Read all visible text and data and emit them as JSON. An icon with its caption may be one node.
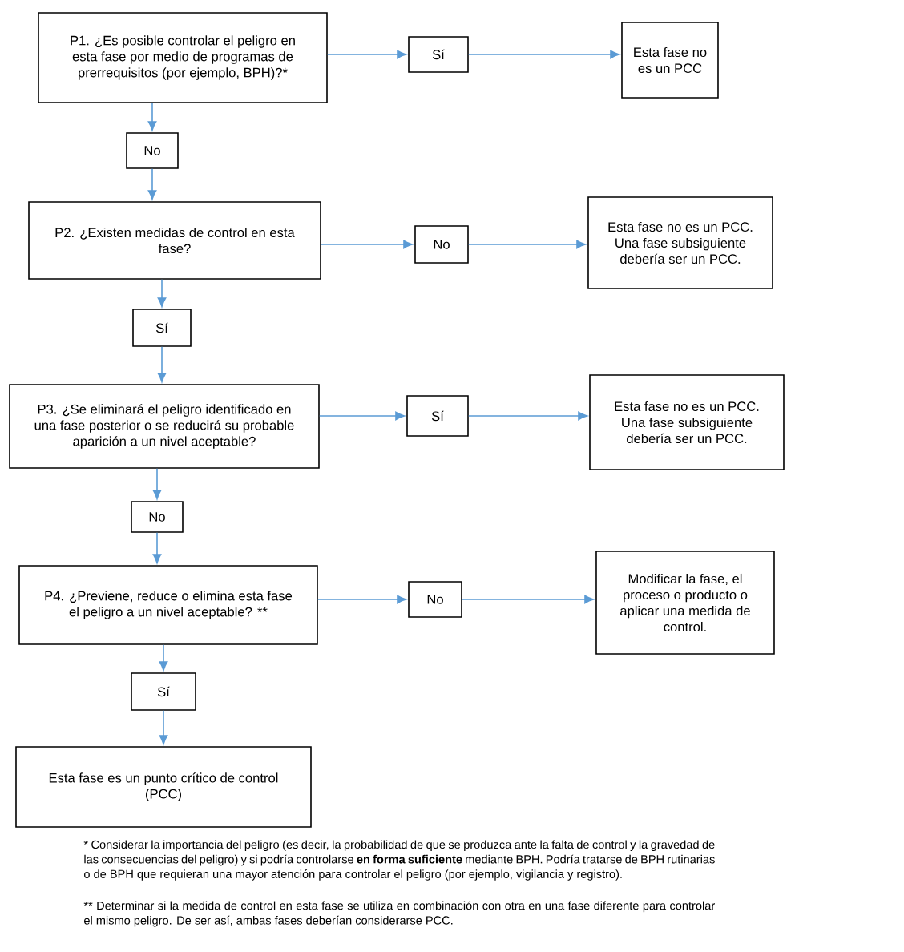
{
  "diagram": {
    "nodes": [
      {
        "text": [
          "P1. ¿Es posible controlar el peligro en esta fase por medio de programas de prerrequisitos (por ejemplo, BPH)?*"
        ]
      },
      {
        "text": [
          "Sí"
        ]
      },
      {
        "text": [
          "Esta fase no es un PCC"
        ]
      },
      {
        "text": [
          "No"
        ]
      },
      {
        "text": [
          "P2. ¿Existen medidas de control en esta fase?"
        ]
      },
      {
        "text": [
          "No"
        ]
      },
      {
        "text": [
          "Esta fase no es un PCC. Una fase subsiguiente debería ser un PCC."
        ]
      },
      {
        "text": [
          "Sí"
        ]
      },
      {
        "text": [
          "P3. ¿Se eliminará el peligro identificado en una fase posterior o se reducirá su probable aparición a un nivel aceptable?"
        ]
      },
      {
        "text": [
          "Sí"
        ]
      },
      {
        "text": [
          "Esta fase no es un PCC. Una fase subsiguiente debería ser un PCC."
        ]
      },
      {
        "text": [
          "No"
        ]
      },
      {
        "text": [
          "P4. ¿Previene, reduce o elimina esta fase el peligro a un nivel aceptable? **"
        ]
      },
      {
        "text": [
          "No"
        ]
      },
      {
        "text": [
          "Modificar la fase, el proceso o producto o aplicar una medida de control."
        ]
      },
      {
        "text": [
          "Sí"
        ]
      },
      {
        "text": [
          "Esta fase es un punto crítico de control (PCC)"
        ]
      }
    ],
    "edges": [
      {
        "from": 0,
        "to": 1,
        "arrow": "to"
      },
      {
        "from": 1,
        "to": 2,
        "arrow": "to"
      },
      {
        "from": 0,
        "to": 3,
        "arrow": "to"
      },
      {
        "from": 3,
        "to": 4,
        "arrow": "to"
      },
      {
        "from": 4,
        "to": 5,
        "arrow": "to"
      },
      {
        "from": 5,
        "to": 6,
        "arrow": "to"
      },
      {
        "from": 4,
        "to": 7,
        "arrow": "to"
      },
      {
        "from": 7,
        "to": 8,
        "arrow": "to"
      },
      {
        "from": 8,
        "to": 9,
        "arrow": "to"
      },
      {
        "from": 9,
        "to": 10,
        "arrow": "to"
      },
      {
        "from": 8,
        "to": 11,
        "arrow": "to"
      },
      {
        "from": 11,
        "to": 12,
        "arrow": "to"
      },
      {
        "from": 12,
        "to": 13,
        "arrow": "to"
      },
      {
        "from": 13,
        "to": 14,
        "arrow": "to"
      },
      {
        "from": 12,
        "to": 15,
        "arrow": "to"
      },
      {
        "from": 15,
        "to": 16,
        "arrow": "to"
      }
    ],
    "labels": [
      "* Considerar la importancia del peligro (es decir, la probabilidad de que se produzca ante la falta de control y la gravedad de las consecuencias del peligro) y si podría controlarse **en forma suficiente** mediante BPH. Podría tratarse de BPH rutinarias o de BPH que requieran una mayor atención para controlar el peligro (por ejemplo, vigilancia y registro).",
      "** Determinar si la medida de control en esta fase se utiliza en combinación con otra en una fase diferente para controlar el mismo peligro. De ser así, ambas fases deberían considerarse PCC."
    ]
  }
}
